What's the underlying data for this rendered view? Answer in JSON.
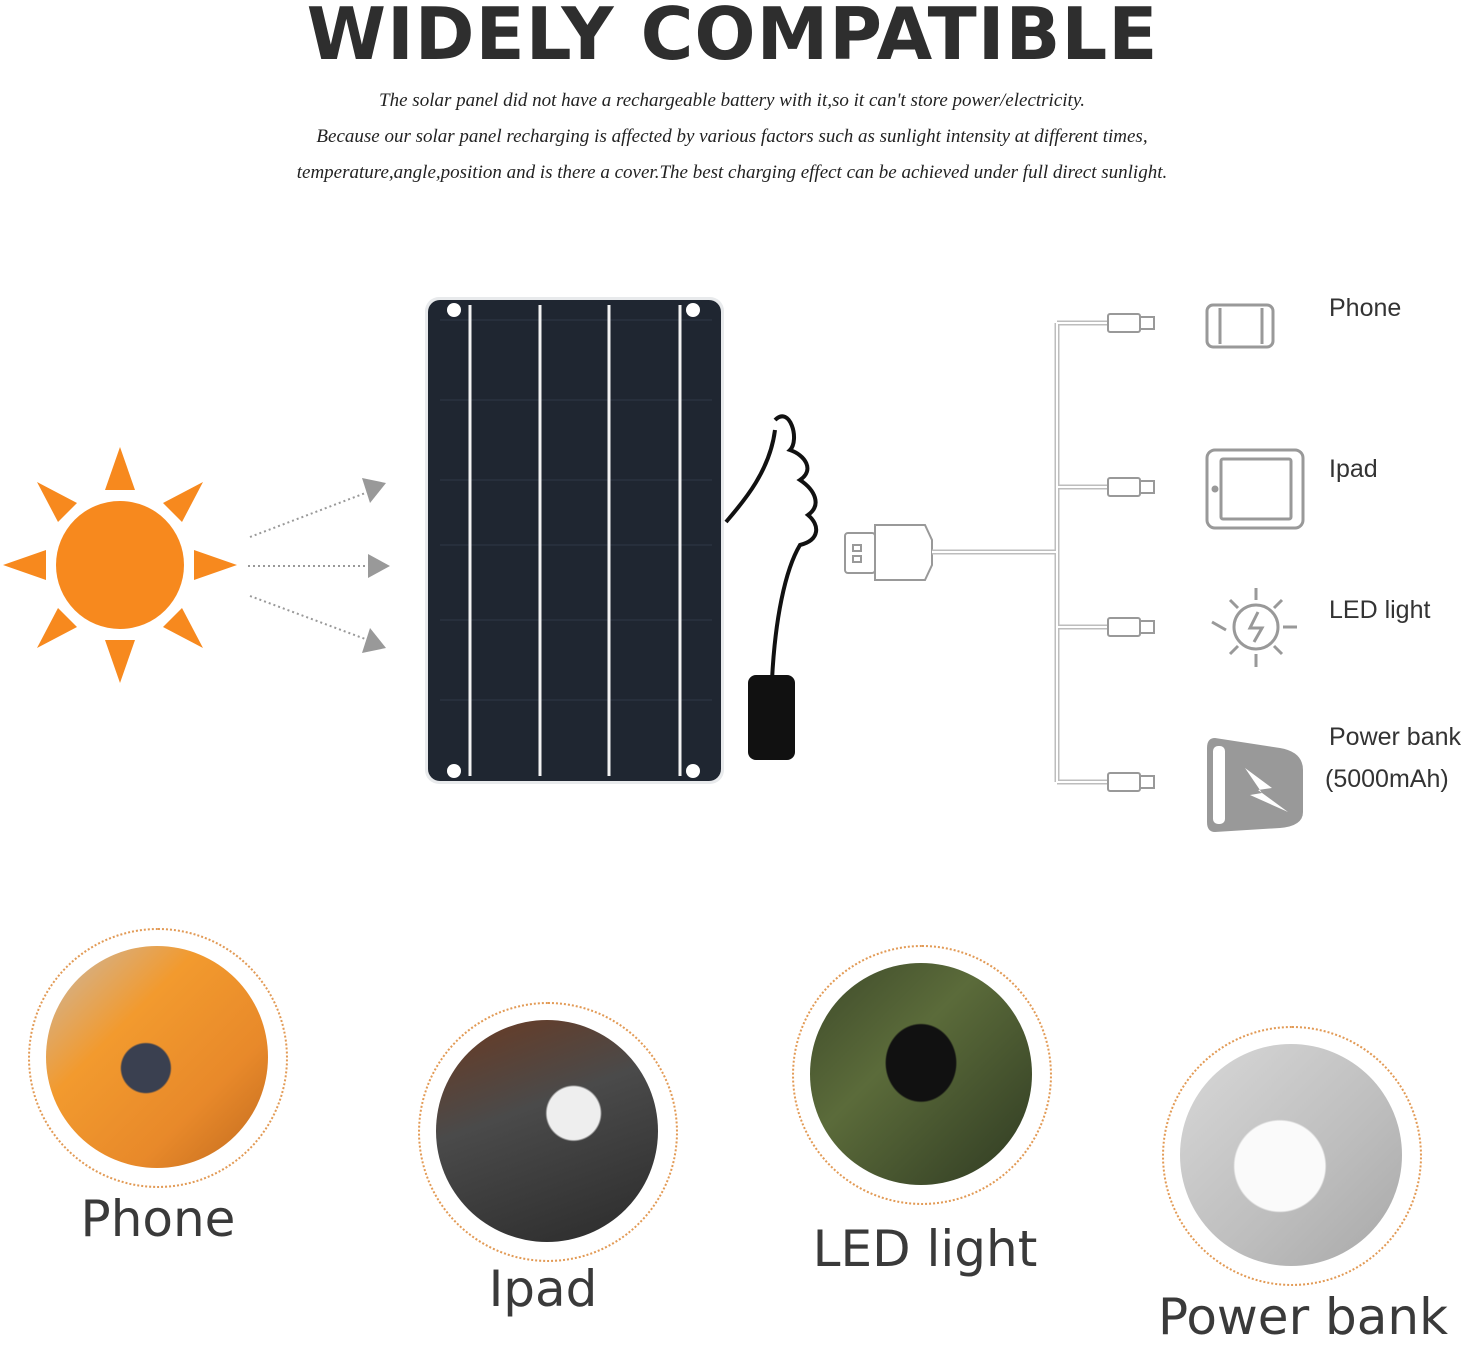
{
  "title": "WIDELY COMPATIBLE",
  "description": [
    "The solar panel did not have a rechargeable battery with it,so it can't store power/electricity.",
    "Because our solar panel recharging is affected by various factors such as sunlight intensity at different times,",
    "temperature,angle,position and is there a cover.The best charging effect can be achieved under full direct sunlight."
  ],
  "devices": [
    {
      "label": "Phone",
      "icon": "phone-icon"
    },
    {
      "label": "Ipad",
      "icon": "tablet-icon"
    },
    {
      "label": "LED light",
      "icon": "led-light-icon"
    },
    {
      "label": "Power bank",
      "sublabel": "(5000mAh)",
      "icon": "power-bank-icon"
    }
  ],
  "photos": [
    {
      "label": "Phone"
    },
    {
      "label": "Ipad"
    },
    {
      "label": "LED light"
    },
    {
      "label": "Power bank"
    }
  ],
  "colors": {
    "sun": "#f7891e",
    "panel": "#1f2631",
    "circle_border": "#e29a55",
    "line": "#b8b8b8"
  }
}
